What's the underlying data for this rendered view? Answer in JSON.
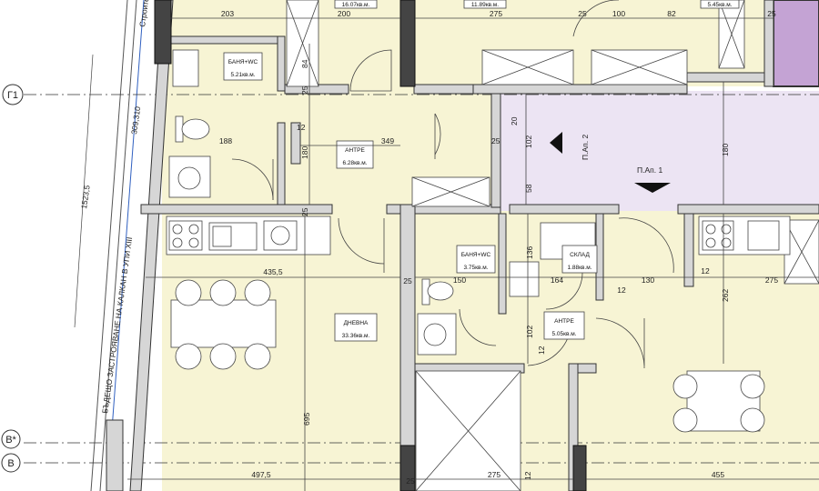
{
  "rooms": [
    {
      "id": "bath1",
      "label": "БАНЯ+WC",
      "area": "5.21кв.м."
    },
    {
      "id": "hall1",
      "label": "АНТРЕ",
      "area": "6.28кв.м."
    },
    {
      "id": "living",
      "label": "ДНЕВНА",
      "area": "33.36кв.м."
    },
    {
      "id": "bath2",
      "label": "БАНЯ+WC",
      "area": "3.75кв.м."
    },
    {
      "id": "storage",
      "label": "СКЛАД",
      "area": "1.88кв.м."
    },
    {
      "id": "hall2",
      "label": "АНТРЕ",
      "area": "5.05кв.м."
    },
    {
      "id": "top1",
      "label": "",
      "area": "16.07кв.м."
    },
    {
      "id": "top2",
      "label": "",
      "area": "11.89кв.м."
    },
    {
      "id": "top3",
      "label": "",
      "area": "5.45кв.м."
    }
  ],
  "axes": [
    {
      "id": "g1",
      "label": "Г1"
    },
    {
      "id": "v_star",
      "label": "В*"
    },
    {
      "id": "v",
      "label": "В"
    }
  ],
  "corridor": {
    "label_vertical": "П.Ап. 2",
    "label_horizontal": "П.Ап. 1"
  },
  "neighbor": {
    "text": "БЪДЕЩО ЗАСТРОЯВАНЕ НА КАЛКАН В УПИ XIII",
    "dim_a": "1523,5",
    "dim_b": "309,310",
    "street_snippet": "Строителн"
  },
  "dims": {
    "top_203": "203",
    "top_200": "200",
    "top_275": "275",
    "top_25a": "25",
    "top_100": "100",
    "top_82": "82",
    "top_25b": "25",
    "v_84": "84",
    "v_25a": "25",
    "v_12a": "12",
    "v_188": "188",
    "v_180": "180",
    "v_349": "349",
    "v_20": "20",
    "v_25b": "25",
    "v_102a": "102",
    "v_58": "58",
    "v_25c": "25",
    "v_180b": "180",
    "h_435_5": "435,5",
    "h_25": "25",
    "h_150": "150",
    "h_164": "164",
    "h_130": "130",
    "h_12": "12",
    "h_275": "275",
    "v_136": "136",
    "v_102b": "102",
    "v_12b": "12",
    "v_12c": "12",
    "v_262": "262",
    "v_695": "695",
    "v_12d": "12",
    "b_497_5": "497,5",
    "b_275": "275",
    "b_455": "455",
    "b_25": "25"
  },
  "colors": {
    "beige": "#f7f4d4",
    "lavender": "#ece4f3",
    "wall": "#d6d6d6",
    "purple": "#c4a3d4",
    "lightyellow": "#fbf9e1"
  }
}
